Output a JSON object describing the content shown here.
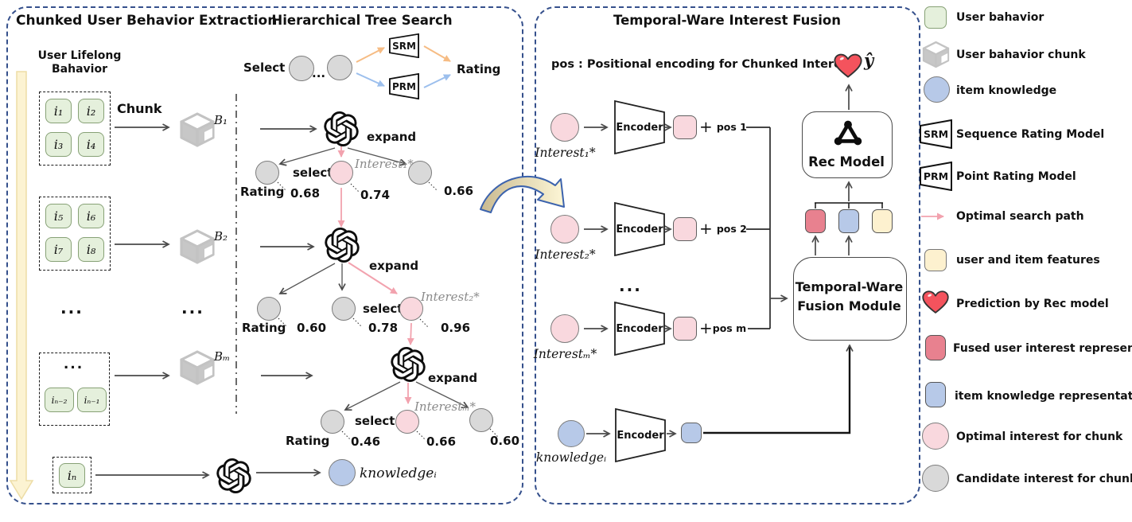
{
  "colors": {
    "panel_border": "#35508c",
    "behavior_green": "#e5f0dc",
    "candidate_gray": "#d9d9d9",
    "optimal_pink": "#f9d8de",
    "knowledge_blue": "#b7c9e8",
    "fused_red": "#e8818f",
    "features_yellow": "#fdf1cf",
    "heart_red": "#f4535d",
    "optimal_path_arrow": "#f2a2ae",
    "srm_arrow_orange": "#f6bc84",
    "prm_arrow_blue": "#9cbfed",
    "timeline_yellow": "#fcf3d2"
  },
  "left_panel": {
    "title": "Chunked User Behavior Extraction",
    "lifelong_line1": "User Lifelong",
    "lifelong_line2": "Bahavior",
    "chunk_arrow_label": "Chunk",
    "chunks": [
      {
        "bucket": "B₁",
        "items": [
          "i₁",
          "i₂",
          "i₃",
          "i₄"
        ]
      },
      {
        "bucket": "B₂",
        "items": [
          "i₅",
          "i₆",
          "i₇",
          "i₈"
        ]
      },
      {
        "bucket": "Bₘ",
        "ellipsis": "...",
        "items": [
          "iₙ₋₂",
          "iₙ₋₁"
        ]
      }
    ],
    "column_ellipsis": "...",
    "bucket_ellipsis": "...",
    "final_item": "iₙ",
    "knowledge_label": "knowledgeᵢ"
  },
  "tree_panel": {
    "title": "Hierarchical Tree Search",
    "select_prefix": "Select :",
    "select_ellipsis": "...",
    "srm_label": "SRM",
    "prm_label": "PRM",
    "rating_label": "Rating",
    "levels": [
      {
        "expand_label": "expand",
        "select_label": "select",
        "interest_label": "Interest₁*",
        "rating_label": "Rating",
        "ratings": [
          "0.68",
          "0.74",
          "0.66"
        ]
      },
      {
        "expand_label": "expand",
        "select_label": "select",
        "interest_label": "Interest₂*",
        "rating_label": "Rating",
        "ratings": [
          "0.60",
          "0.78",
          "0.96"
        ]
      },
      {
        "expand_label": "expand",
        "select_label": "select",
        "interest_label": "Interestₘ*",
        "rating_label": "Rating",
        "ratings": [
          "0.46",
          "0.66",
          "0.60"
        ]
      }
    ]
  },
  "fusion_panel": {
    "title": "Temporal-Ware Interest Fusion",
    "pos_note": "pos : Positional encoding for Chunked Interest",
    "rows": [
      {
        "interest_label": "Interest₁*",
        "encoder_label": "Encoder",
        "plus": "+",
        "pos_label": "pos 1"
      },
      {
        "interest_label": "Interest₂*",
        "encoder_label": "Encoder",
        "plus": "+",
        "pos_label": "pos 2"
      },
      {
        "interest_label": "Interestₘ*",
        "encoder_label": "Encoder",
        "plus": "+",
        "pos_label": "pos m"
      }
    ],
    "rows_ellipsis": "...",
    "knowledge_row": {
      "label": "knowledgeᵢ",
      "encoder_label": "Encoder"
    },
    "rec_model_label": "Rec Model",
    "prediction_label": "ŷ",
    "fusion_module_line1": "Temporal-Ware",
    "fusion_module_line2": "Fusion Module"
  },
  "legend": {
    "items": [
      {
        "icon": "user-behavior-square",
        "label": "User bahavior"
      },
      {
        "icon": "behavior-chunk-cube",
        "label": "User bahavior chunk"
      },
      {
        "icon": "item-knowledge-circle",
        "label": "item knowledge"
      },
      {
        "icon": "srm-trapezoid",
        "icon_text": "SRM",
        "label": "Sequence Rating Model"
      },
      {
        "icon": "prm-trapezoid",
        "icon_text": "PRM",
        "label": "Point Rating Model"
      },
      {
        "icon": "optimal-path-arrow",
        "label": "Optimal search path"
      },
      {
        "icon": "features-square",
        "label": "user and item features"
      },
      {
        "icon": "prediction-heart",
        "label": "Prediction by Rec model"
      },
      {
        "icon": "fused-interest-square",
        "label": "Fused user interest representation"
      },
      {
        "icon": "knowledge-rep-square",
        "label": "item knowledge representation"
      },
      {
        "icon": "optimal-interest-circle",
        "label": "Optimal interest for chunk"
      },
      {
        "icon": "candidate-interest-circle",
        "label": "Candidate interest for chunk"
      }
    ]
  }
}
